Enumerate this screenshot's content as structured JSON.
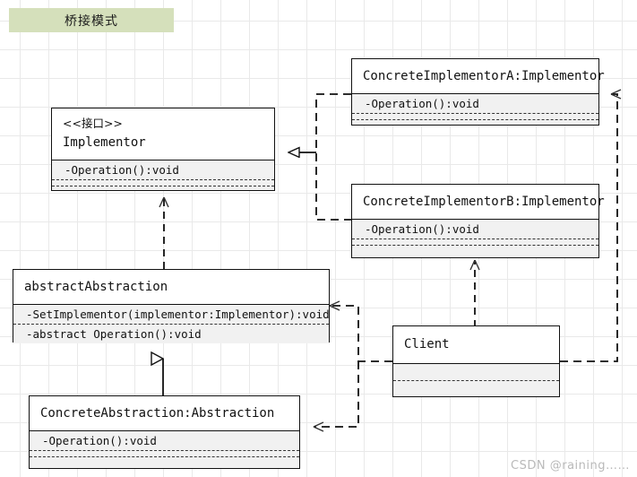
{
  "title_banner": {
    "label": "桥接模式"
  },
  "watermark": {
    "text": "CSDN @raining……"
  },
  "colors": {
    "banner_bg": "#d5e0bb",
    "box_border": "#111111",
    "member_bg": "#f1f1f1",
    "grid": "#e9e9e9",
    "watermark": "#b9b9b9"
  },
  "classes": {
    "implementor": {
      "stereotype": "<<接口>>",
      "name": "Implementor",
      "members": [
        "-Operation():void",
        ""
      ]
    },
    "concrete_implementor_a": {
      "name": "ConcreteImplementorA:Implementor",
      "members": [
        "-Operation():void",
        ""
      ]
    },
    "concrete_implementor_b": {
      "name": "ConcreteImplementorB:Implementor",
      "members": [
        "-Operation():void",
        ""
      ]
    },
    "abstract_abstraction": {
      "name": "abstractAbstraction",
      "members": [
        "-SetImplementor(implementor:Implementor):void",
        "-abstract Operation():void"
      ]
    },
    "concrete_abstraction": {
      "name": "ConcreteAbstraction:Abstraction",
      "members": [
        "-Operation():void",
        ""
      ]
    },
    "client": {
      "name": "Client",
      "members": [
        "",
        ""
      ]
    }
  },
  "relations": [
    {
      "id": "rel-a-realizes-implementor",
      "from": "ConcreteImplementorA:Implementor",
      "to": "Implementor",
      "type": "realization"
    },
    {
      "id": "rel-b-realizes-implementor",
      "from": "ConcreteImplementorB:Implementor",
      "to": "Implementor",
      "type": "realization"
    },
    {
      "id": "rel-abstraction-uses-implementor",
      "from": "abstractAbstraction",
      "to": "Implementor",
      "type": "dependency"
    },
    {
      "id": "rel-concrete-extends-abstraction",
      "from": "ConcreteAbstraction:Abstraction",
      "to": "abstractAbstraction",
      "type": "generalization"
    },
    {
      "id": "rel-client-uses-abstraction",
      "from": "Client",
      "to": "abstractAbstraction",
      "type": "dependency"
    },
    {
      "id": "rel-client-uses-concrete-abstraction",
      "from": "Client",
      "to": "ConcreteAbstraction:Abstraction",
      "type": "dependency"
    },
    {
      "id": "rel-client-uses-implementor-b",
      "from": "Client",
      "to": "ConcreteImplementorB:Implementor",
      "type": "dependency"
    },
    {
      "id": "rel-client-uses-implementor-a",
      "from": "Client",
      "to": "ConcreteImplementorA:Implementor",
      "type": "dependency"
    }
  ]
}
